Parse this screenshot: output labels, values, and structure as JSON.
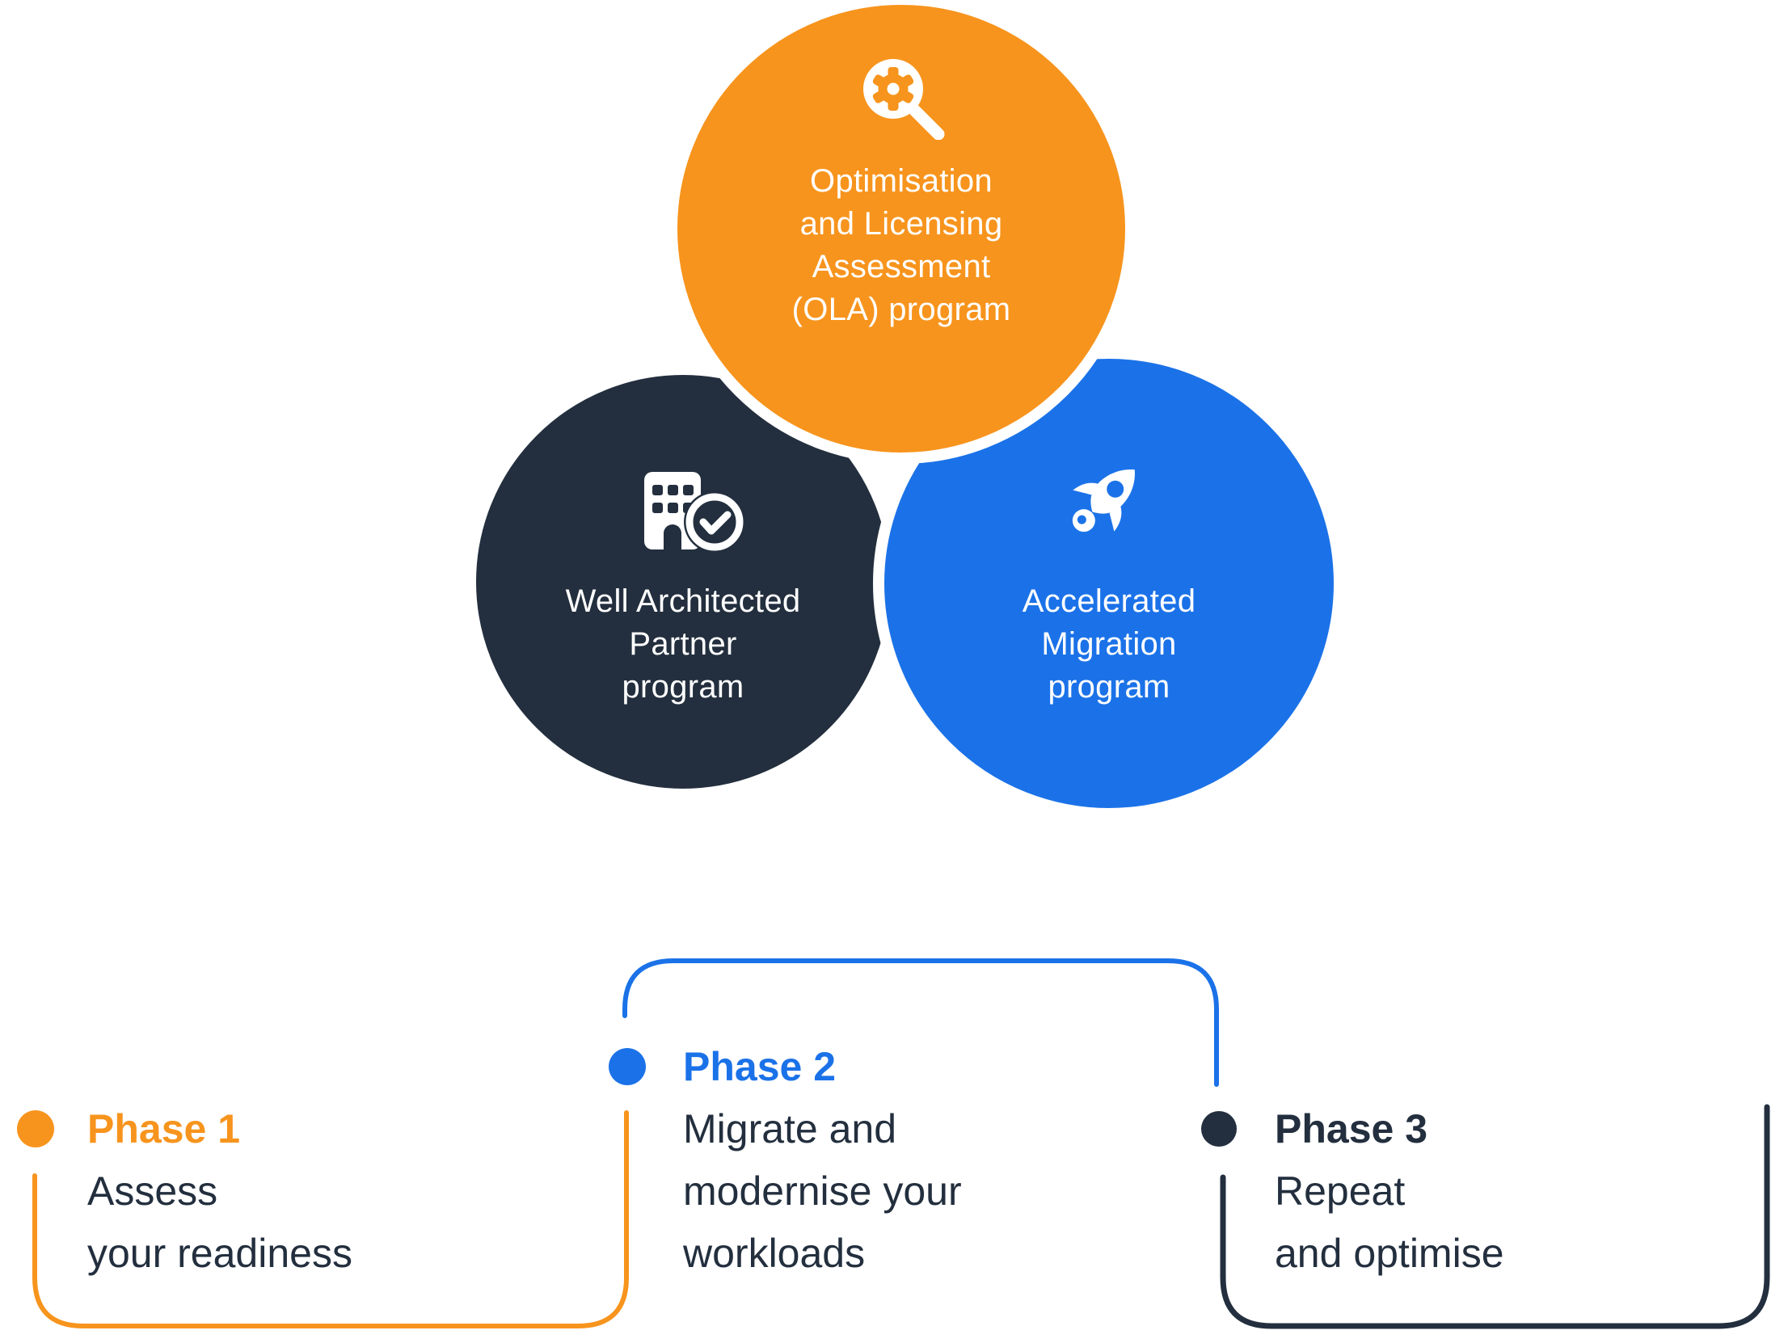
{
  "colors": {
    "orange": "#F7941D",
    "navy": "#232F3E",
    "blue": "#1B72E8",
    "white": "#FFFFFF"
  },
  "programs": {
    "ola": {
      "icon": "magnifier-gear-icon",
      "lines": [
        "Optimisation",
        "and Licensing",
        "Assessment",
        "(OLA) program"
      ]
    },
    "wap": {
      "icon": "building-check-icon",
      "lines": [
        "Well Architected",
        "Partner",
        "program"
      ]
    },
    "amp": {
      "icon": "rocket-icon",
      "lines": [
        "Accelerated",
        "Migration",
        "program"
      ]
    }
  },
  "phases": {
    "phase1": {
      "label": "Phase 1",
      "lines": [
        "Assess",
        "your readiness"
      ]
    },
    "phase2": {
      "label": "Phase 2",
      "lines": [
        "Migrate and",
        "modernise your",
        "workloads"
      ]
    },
    "phase3": {
      "label": "Phase 3",
      "lines": [
        "Repeat",
        "and optimise"
      ]
    }
  }
}
